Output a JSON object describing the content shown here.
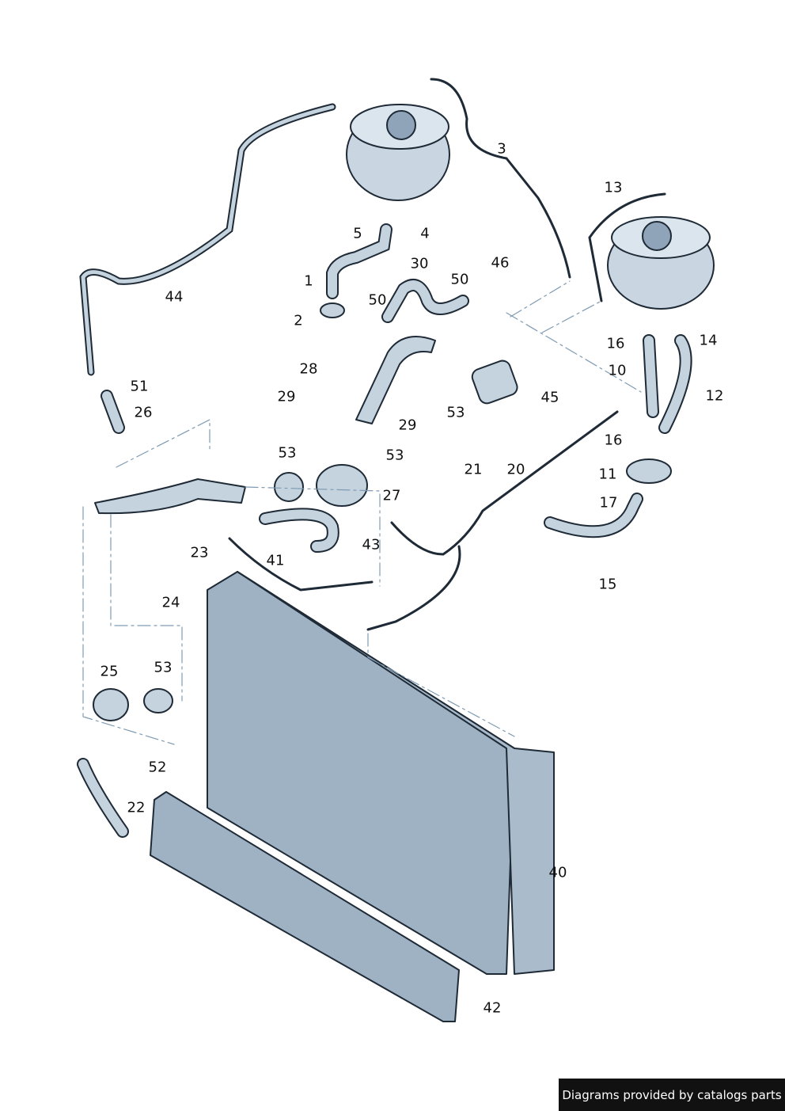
{
  "diagram": {
    "callouts": [
      "1",
      "2",
      "3",
      "4",
      "5",
      "10",
      "11",
      "12",
      "13",
      "14",
      "15",
      "16",
      "16",
      "17",
      "20",
      "21",
      "22",
      "23",
      "24",
      "25",
      "26",
      "27",
      "28",
      "29",
      "29",
      "30",
      "40",
      "41",
      "42",
      "43",
      "44",
      "45",
      "46",
      "50",
      "50",
      "51",
      "52",
      "53",
      "53",
      "53",
      "53"
    ]
  },
  "footer": {
    "text": "Diagrams provided by catalogs parts"
  },
  "colors": {
    "part_fill": "#b7c7d6",
    "part_stroke": "#1e2a36",
    "dash_line": "#7f9bb3",
    "footer_bg": "#111111"
  }
}
